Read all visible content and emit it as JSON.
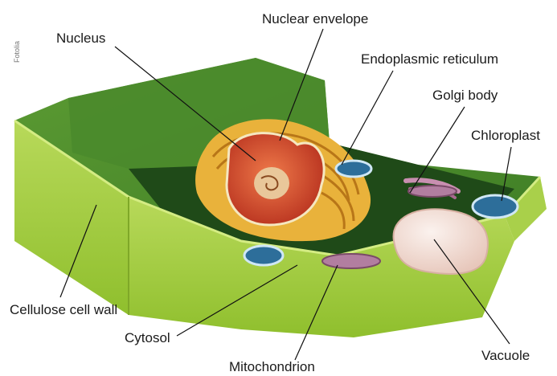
{
  "credit": "Fotolia",
  "labels": {
    "nucleus": "Nucleus",
    "nuclear_envelope": "Nuclear envelope",
    "endoplasmic_reticulum": "Endoplasmic reticulum",
    "golgi_body": "Golgi body",
    "chloroplast": "Chloroplast",
    "cellulose_cell_wall": "Cellulose cell wall",
    "cytosol": "Cytosol",
    "mitochondrion": "Mitochondrion",
    "vacuole": "Vacuole"
  },
  "colors": {
    "cell_wall": "#9fc93a",
    "cytoplasm": "#2f6a1f",
    "nucleus": "#d4452a",
    "er": "#e2a531",
    "vacuole": "#f1ddd4",
    "chloroplast": "#2d6e9a"
  }
}
